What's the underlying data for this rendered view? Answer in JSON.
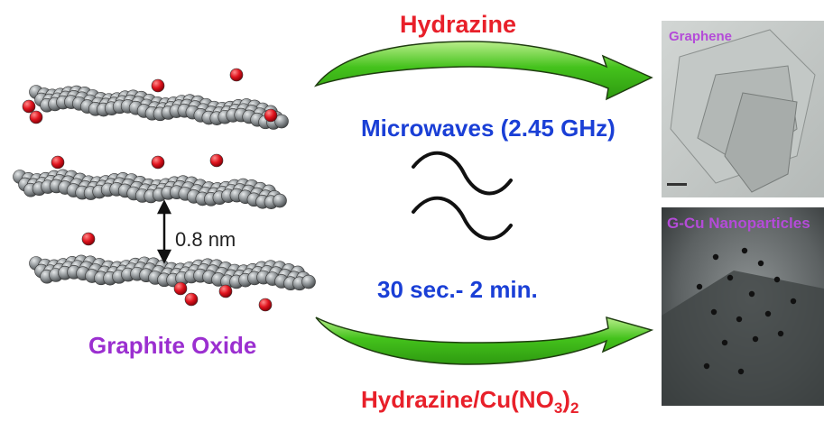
{
  "labels": {
    "top_reagent": "Hydrazine",
    "microwave": "Microwaves (2.45 GHz)",
    "time": "30 sec.- 2 min.",
    "bottom_reagent_main": "Hydrazine/Cu(NO",
    "bottom_reagent_sub": "3",
    "bottom_reagent_close": ")",
    "bottom_reagent_sub2": "2",
    "layer_spacing": "0.8 nm",
    "graphite_oxide": "Graphite Oxide"
  },
  "images": {
    "top": {
      "label": "Graphene"
    },
    "bottom": {
      "label": "G-Cu Nanoparticles"
    }
  },
  "colors": {
    "reagent": "#e8202a",
    "condition": "#1a3fd6",
    "material": "#9b2fd0",
    "arrow_fill": "#44c21c",
    "arrow_fill_light": "#9be06a",
    "atom_carbon": "#8f9497",
    "atom_oxygen": "#e0141e"
  }
}
